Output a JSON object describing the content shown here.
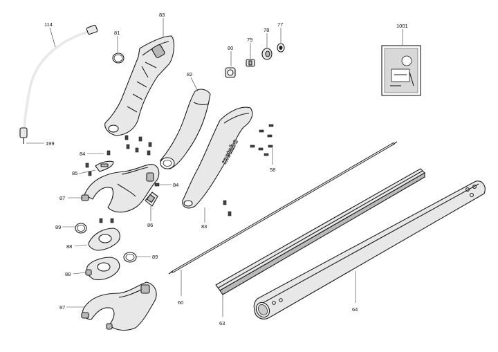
{
  "labels": {
    "p114": "114",
    "p199": "199",
    "p81": "81",
    "p83a": "83",
    "p82": "82",
    "p80": "80",
    "p79": "79",
    "p78": "78",
    "p77": "77",
    "p1001": "1001",
    "p84a": "84",
    "p85": "85",
    "p87a": "87",
    "p84b": "84",
    "p86": "86",
    "p83b": "83",
    "p58": "58",
    "p89a": "89",
    "p88a": "88",
    "p88b": "88",
    "p89b": "89",
    "p87b": "87",
    "p60": "60",
    "p63": "63",
    "p64": "64"
  },
  "brand_text": "metabo",
  "colors": {
    "line": "#1a1a1a",
    "fill": "#e8e8e8"
  }
}
